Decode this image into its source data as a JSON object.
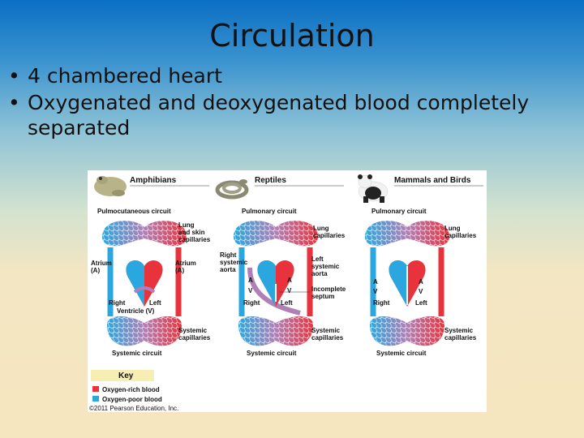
{
  "slide": {
    "title": "Circulation",
    "bullets": [
      "4 chambered heart",
      "Oxygenated and deoxygenated blood completely separated"
    ]
  },
  "figure": {
    "panels": [
      {
        "heading": "Amphibians",
        "top_circuit": "Pulmocutaneous circuit",
        "top_capillaries": [
          "Lung",
          "and skin",
          "capillaries"
        ],
        "left_labels": [
          "Atrium",
          "(A)"
        ],
        "right_labels": [
          "Atrium",
          "(A)"
        ],
        "side_left": "Right",
        "side_right": "Left",
        "ventricle": "Ventricle (V)",
        "bottom_capillaries": [
          "Systemic",
          "capillaries"
        ],
        "bottom_circuit": "Systemic circuit"
      },
      {
        "heading": "Reptiles",
        "top_circuit": "Pulmonary circuit",
        "top_capillaries": [
          "Lung",
          "capillaries"
        ],
        "aorta_right": [
          "Right",
          "systemic",
          "aorta"
        ],
        "aorta_left": [
          "Left",
          "systemic",
          "aorta"
        ],
        "chamber_a": "A",
        "chamber_v": "V",
        "septum": [
          "Incomplete",
          "septum"
        ],
        "side_left": "Right",
        "side_right": "Left",
        "bottom_capillaries": [
          "Systemic",
          "capillaries"
        ],
        "bottom_circuit": "Systemic circuit"
      },
      {
        "heading": "Mammals and Birds",
        "top_circuit": "Pulmonary circuit",
        "top_capillaries": [
          "Lung",
          "capillaries"
        ],
        "chamber_a": "A",
        "chamber_v": "V",
        "side_left": "Right",
        "side_right": "Left",
        "bottom_capillaries": [
          "Systemic",
          "capillaries"
        ],
        "bottom_circuit": "Systemic circuit"
      }
    ],
    "key": {
      "title": "Key",
      "items": [
        {
          "label": "Oxygen-rich blood",
          "color": "#e8323c"
        },
        {
          "label": "Oxygen-poor blood",
          "color": "#2aa7de"
        }
      ]
    },
    "credit": "©2011 Pearson Education, Inc."
  }
}
